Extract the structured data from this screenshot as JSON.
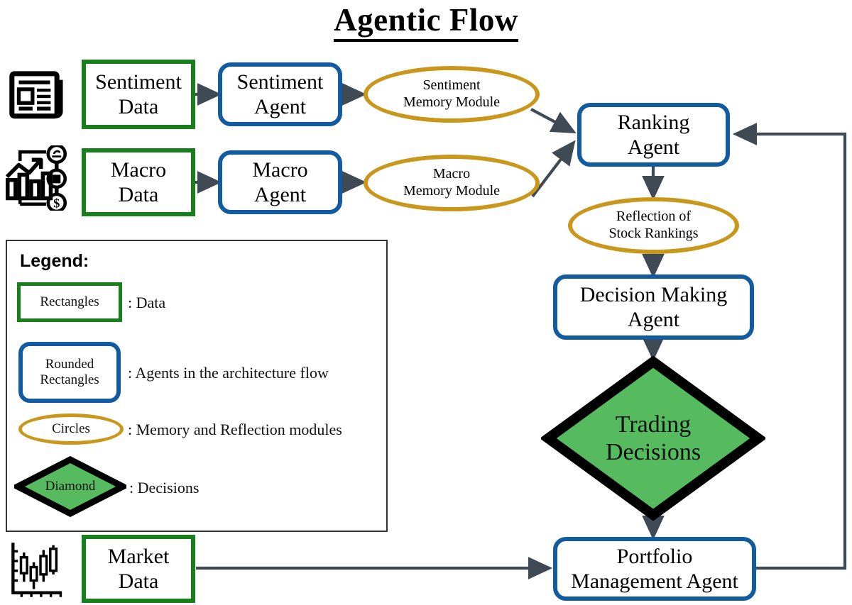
{
  "title": "Agentic Flow",
  "nodes": {
    "sentiment_data": "Sentiment\nData",
    "sentiment_agent": "Sentiment\nAgent",
    "sentiment_memory": "Sentiment\nMemory Module",
    "macro_data": "Macro\nData",
    "macro_agent": "Macro\nAgent",
    "macro_memory": "Macro\nMemory Module",
    "ranking_agent": "Ranking\nAgent",
    "reflection": "Reflection of\nStock Rankings",
    "decision_agent": "Decision Making\nAgent",
    "trading_decisions": "Trading\nDecisions",
    "market_data": "Market\nData",
    "portfolio_agent": "Portfolio\nManagement Agent"
  },
  "legend": {
    "heading": "Legend:",
    "items": [
      {
        "shape_label": "Rectangles",
        "description": ": Data",
        "shape": "rectangle"
      },
      {
        "shape_label": "Rounded\nRectangles",
        "description": ": Agents in the architecture flow",
        "shape": "rounded-rectangle"
      },
      {
        "shape_label": "Circles",
        "description": ": Memory and Reflection modules",
        "shape": "ellipse"
      },
      {
        "shape_label": "Diamond",
        "description": ": Decisions",
        "shape": "diamond"
      }
    ]
  },
  "icons": {
    "sentiment_source": "newspaper-icon",
    "macro_source": "macro-economy-icon",
    "market_source": "candlestick-chart-icon"
  },
  "colors": {
    "data_green": "#17801a",
    "agent_blue": "#135ba1",
    "module_gold": "#c8971b",
    "decision_green_fill": "#55bb5e",
    "decision_border": "#000000",
    "edge_gray": "#3f4a55",
    "text_black": "#000000"
  },
  "edges": [
    {
      "from": "sentiment_data",
      "to": "sentiment_agent"
    },
    {
      "from": "sentiment_agent",
      "to": "sentiment_memory"
    },
    {
      "from": "sentiment_memory",
      "to": "ranking_agent"
    },
    {
      "from": "macro_data",
      "to": "macro_agent"
    },
    {
      "from": "macro_agent",
      "to": "macro_memory"
    },
    {
      "from": "macro_memory",
      "to": "ranking_agent"
    },
    {
      "from": "ranking_agent",
      "to": "reflection"
    },
    {
      "from": "reflection",
      "to": "decision_agent"
    },
    {
      "from": "decision_agent",
      "to": "trading_decisions"
    },
    {
      "from": "trading_decisions",
      "to": "portfolio_agent"
    },
    {
      "from": "market_data",
      "to": "portfolio_agent"
    },
    {
      "from": "portfolio_agent",
      "to": "ranking_agent"
    }
  ]
}
